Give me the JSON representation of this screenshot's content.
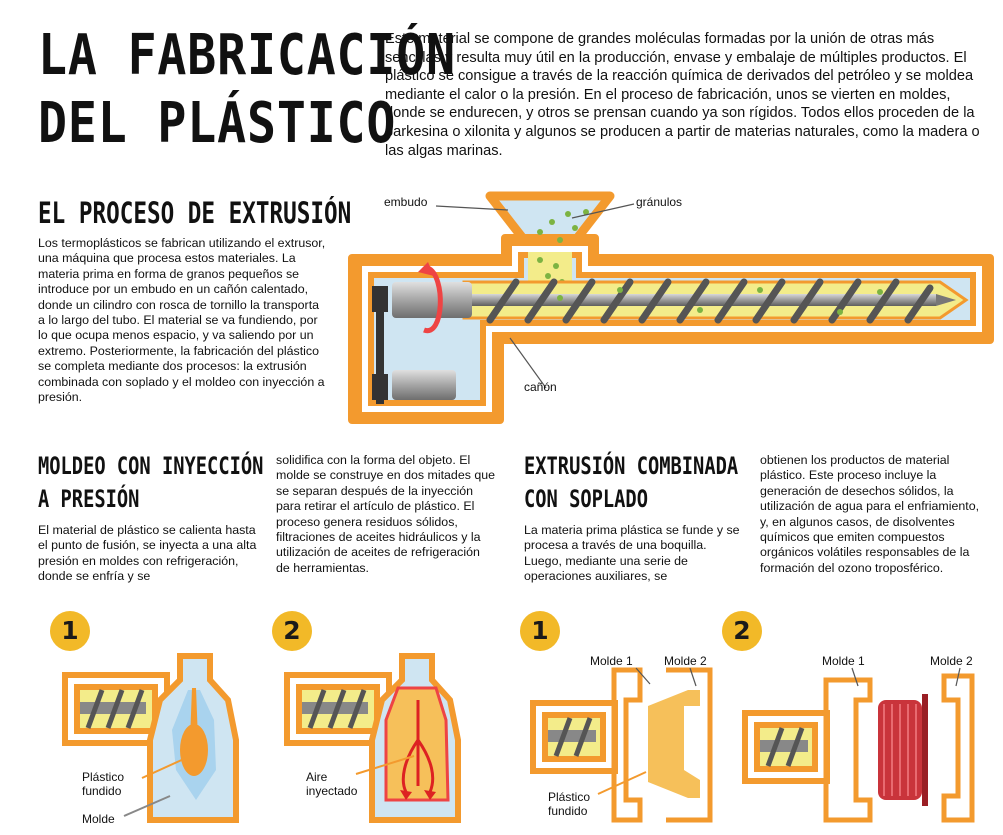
{
  "title": {
    "line1": "LA FABRICACIÓN",
    "line2": "DEL PLÁSTICO"
  },
  "intro": "Este material se compone de grandes moléculas formadas por la unión de otras más sencillas y resulta muy útil en la producción, envase y embalaje de múltiples productos. El plástico se consigue a través de la reacción química de derivados del petróleo y se moldea mediante el calor o la presión. En el proceso de fabricación, unos se vierten en moldes, donde se endurecen, y otros se prensan cuando ya son rígidos. Todos ellos proceden de la parkesina o xilonita y algunos se producen a partir de materias naturales, como la madera o las algas marinas.",
  "extrusion": {
    "heading": "EL PROCESO DE EXTRUSIÓN",
    "text": "Los termoplásticos se fabrican utilizando el extrusor, una máquina que procesa estos materiales. La materia prima en forma de granos pequeños se introduce por un embudo en un cañón calentado, donde un cilindro con rosca de tornillo la transporta a lo largo del tubo. El material se va fundiendo, por lo que ocupa menos espacio, y va saliendo por un extremo. Posteriormente, la fabricación del plástico se completa mediante dos procesos: la extrusión combinada con soplado y el moldeo con inyección a presión.",
    "labels": {
      "embudo": "embudo",
      "granulos": "gránulos",
      "canon": "cañón"
    }
  },
  "moldeo": {
    "heading1": "MOLDEO CON INYECCIÓN",
    "heading2": "A PRESIÓN",
    "text1": "El material de plástico se calienta hasta el punto de fusión, se inyecta a una alta presión en moldes con refrigeración, donde se enfría y se",
    "text2": "solidifica con la forma del objeto. El molde se construye en dos mitades que se separan después de la inyección para retirar el artículo de plástico. El proceso genera residuos sólidos, filtraciones de aceites hidráulicos y la utilización de aceites de refrigeración de herramientas.",
    "step1": "1",
    "step2": "2",
    "label_plastico1": "Plástico",
    "label_plastico2": "fundido",
    "label_molde": "Molde",
    "label_aire1": "Aire",
    "label_aire2": "inyectado"
  },
  "soplado": {
    "heading1": "EXTRUSIÓN COMBINADA",
    "heading2": "CON SOPLADO",
    "text1": "La materia prima plástica se funde y se procesa a través de una boquilla. Luego, mediante una serie de operaciones auxiliares, se",
    "text2": "obtienen los productos de material plástico. Este proceso incluye la generación de desechos sólidos, la utilización de agua para el enfriamiento, y, en algunos casos, de disolventes químicos que emiten compuestos orgánicos volátiles responsables de la formación del ozono troposférico.",
    "step1": "1",
    "step2": "2",
    "molde1": "Molde 1",
    "molde2": "Molde 2",
    "label_plastico1": "Plástico",
    "label_plastico2": "fundido"
  },
  "colors": {
    "orange": "#f39a2e",
    "lightblue": "#cfe5f2",
    "yellow": "#f2b928",
    "gray": "#8c8c8c"
  }
}
